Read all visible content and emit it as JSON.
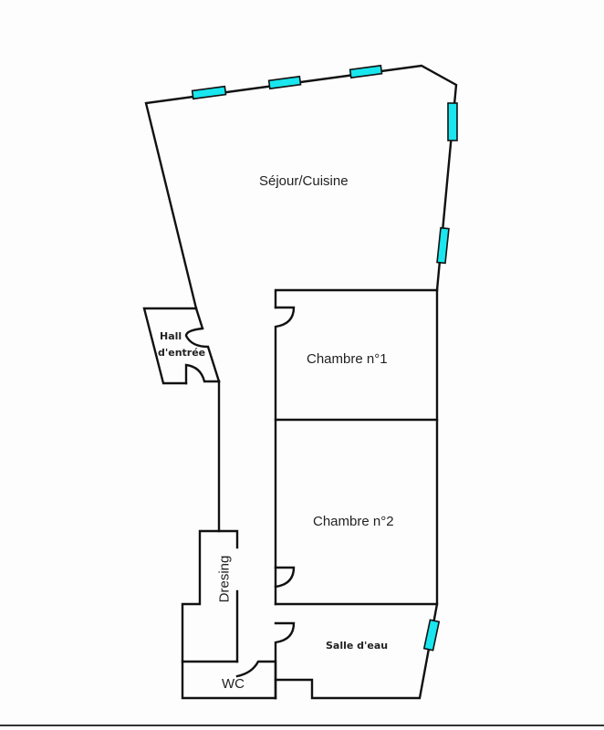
{
  "plan": {
    "rooms": [
      {
        "id": "sejour",
        "label": "Séjour/Cuisine"
      },
      {
        "id": "hall",
        "label_line1": "Hall",
        "label_line2": "d'entrée"
      },
      {
        "id": "chambre1",
        "label": "Chambre n°1"
      },
      {
        "id": "chambre2",
        "label": "Chambre n°2"
      },
      {
        "id": "dresing",
        "label": "Dresing"
      },
      {
        "id": "salle_eau",
        "label": "Salle d'eau"
      },
      {
        "id": "wc",
        "label": "WC"
      }
    ],
    "colors": {
      "wall": "#111111",
      "window": "#19e6ee",
      "background": "#fdfdfd"
    },
    "window_count": 6
  }
}
